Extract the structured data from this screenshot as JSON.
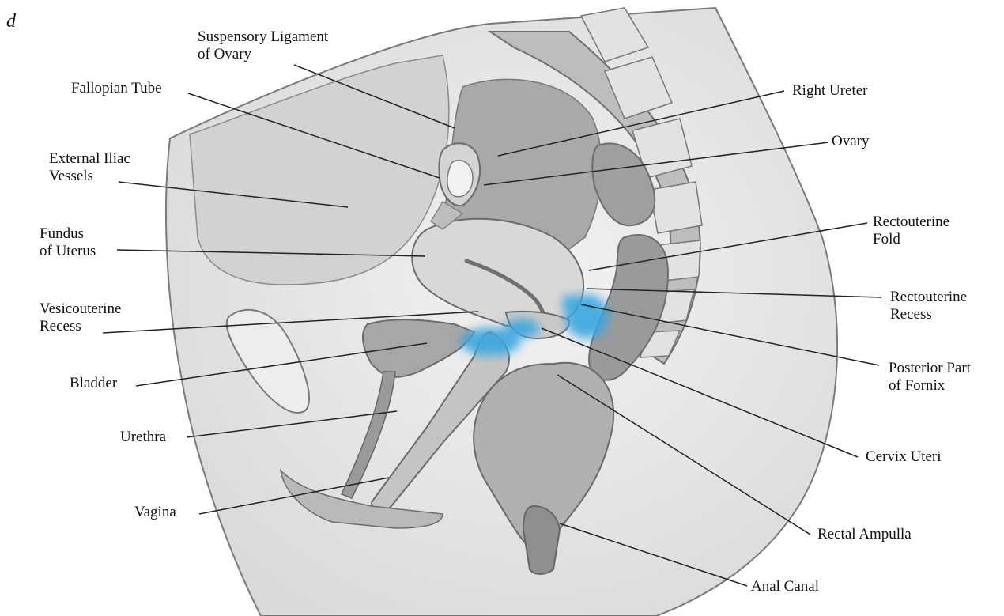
{
  "panel_letter": "d",
  "colors": {
    "highlight": "#3aa6e0",
    "tissue_dark": "#8d8d8d",
    "tissue_mid": "#c7c7c7",
    "tissue_light": "#e6e6e6"
  },
  "labels": {
    "suspensory_ligament": "Suspensory Ligament\nof Ovary",
    "fallopian_tube": "Fallopian Tube",
    "external_iliac": "External Iliac\nVessels",
    "fundus": "Fundus\nof Uterus",
    "vesicouterine": "Vesicouterine\nRecess",
    "bladder": "Bladder",
    "urethra": "Urethra",
    "vagina": "Vagina",
    "right_ureter": "Right Ureter",
    "ovary": "Ovary",
    "rectouterine_fold": "Rectouterine\nFold",
    "rectouterine_recess": "Rectouterine\nRecess",
    "posterior_fornix": "Posterior Part\nof Fornix",
    "cervix": "Cervix Uteri",
    "rectal_ampulla": "Rectal Ampulla",
    "anal_canal": "Anal Canal"
  }
}
